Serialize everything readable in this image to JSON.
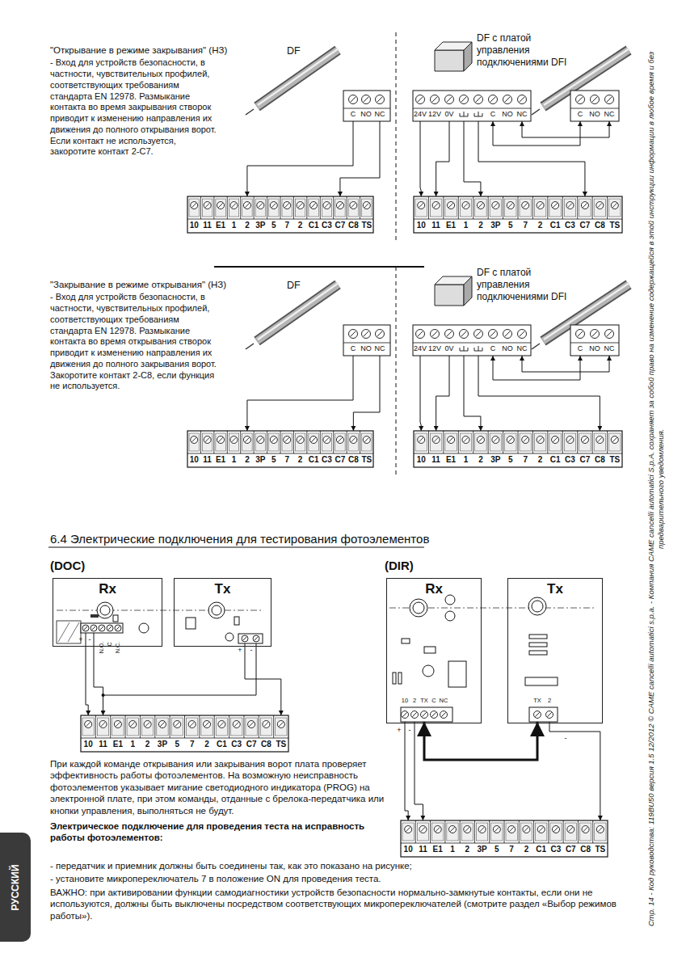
{
  "diagram": {
    "nodes": [
      {
        "text": [
          "Rx"
        ]
      },
      {
        "text": [
          "Tx"
        ]
      },
      {
        "text": [
          "Rx"
        ]
      },
      {
        "text": [
          "Tx"
        ]
      },
      {
        "text": [
          "РУССКИЙ"
        ]
      }
    ],
    "labels": [
      "\"Открывание в режиме закрывания\" (НЗ)",
      "- Вход для устройств безопасности, в частности, чувствительных профилей, соответствующих требованиям стандарта EN 12978. Размыкание контакта во время закрывания створок приводит к изменению направления их движения до полного открывания ворот. Если контакт не используется, закоротите контакт 2-С7.",
      "DF",
      "DF с платой управления подключениями DFI",
      "C",
      "NO",
      "NC",
      "24V",
      "12V",
      "0V",
      "C",
      "NO",
      "NC",
      "C",
      "NO",
      "NC",
      "10",
      "11",
      "E1",
      "1",
      "2",
      "3P",
      "5",
      "7",
      "2",
      "C1",
      "C3",
      "C7",
      "C8",
      "TS",
      "10",
      "11",
      "E1",
      "1",
      "2",
      "3P",
      "5",
      "7",
      "2",
      "C1",
      "C3",
      "C7",
      "C8",
      "TS",
      "\"Закрывание в режиме открывания\" (НЗ)",
      "- Вход для устройств безопасности, в частности, чувствительных профилей, соответствующих требованиям стандарта EN 12978. Размыкание контакта во время открывания створок приводит к изменению направления их движения до полного закрывания ворот. Закоротите контакт 2-С8, если функция не используется.",
      "DF",
      "DF с платой управления подключениями DFI",
      "C",
      "NO",
      "NC",
      "24V",
      "12V",
      "0V",
      "C",
      "NO",
      "NC",
      "C",
      "NO",
      "NC",
      "10",
      "11",
      "E1",
      "1",
      "2",
      "3P",
      "5",
      "7",
      "2",
      "C1",
      "C3",
      "C7",
      "C8",
      "TS",
      "10",
      "11",
      "E1",
      "1",
      "2",
      "3P",
      "5",
      "7",
      "2",
      "C1",
      "C3",
      "C7",
      "C8",
      "TS",
      "6.4 Электрические подключения для тестирования фотоэлементов",
      "(DOC)",
      "(DIR)",
      "+",
      "-",
      "N.O.",
      "C",
      "N.C.",
      "+",
      "-",
      "10",
      "11",
      "E1",
      "1",
      "2",
      "3P",
      "5",
      "7",
      "2",
      "C1",
      "C3",
      "C7",
      "C8",
      "TS",
      "10",
      "2",
      "TX",
      "C",
      "NC",
      "+",
      "-",
      "TX",
      "2",
      "-",
      "10",
      "11",
      "E1",
      "1",
      "2",
      "3P",
      "5",
      "7",
      "2",
      "C1",
      "C3",
      "C7",
      "C8",
      "TS",
      "При каждой команде открывания или закрывания ворот плата проверяет эффективность работы фотоэлементов. На возможную неисправность фотоэлементов указывает мигание светодиодного индикатора (PROG) на электронной плате, при этом команды, отданные с брелока-передатчика или кнопки управления, выполняться не будут.",
      "Электрическое подключение для проведения теста на исправность работы фотоэлементов:",
      "- передатчик и приемник должны быть соединены так, как это показано на рисунке;",
      "- установите микропереключатель 7 в положение ON для проведения теста.",
      "ВАЖНО: при активировании функции самодиагностики устройств безопасности нормально-замкнутые контакты, если они не используются, должны быть выключены посредством соответствующих микропереключателей (смотрите раздел «Выбор режимов работы»).",
      "Стр. 14 - Код руководства: 119BU50 версия 1.5 12/2012 © CAME cancelli automatici s.p.a. - Компания CAME cancelli automatici S.p.A. сохраняет за собой право на изменение содержащейся в этой инструкции информации в любое время и без предварительного уведомления."
    ]
  }
}
